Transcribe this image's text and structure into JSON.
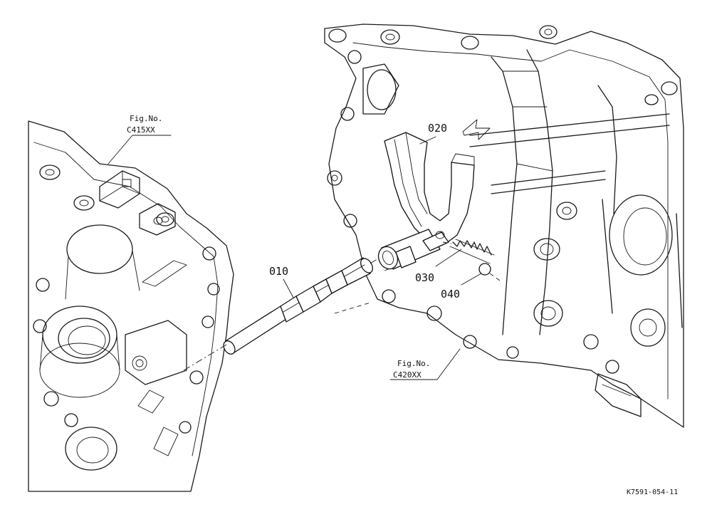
{
  "labels": {
    "part_010": "010",
    "part_020": "020",
    "part_030": "030",
    "part_040": "040"
  },
  "refs": {
    "left_fig_caption": "Fig.No.",
    "left_fig_code": "C415XX",
    "right_fig_caption": "Fig.No.",
    "right_fig_code": "C420XX"
  },
  "drawing_code": "K7591-054-11"
}
